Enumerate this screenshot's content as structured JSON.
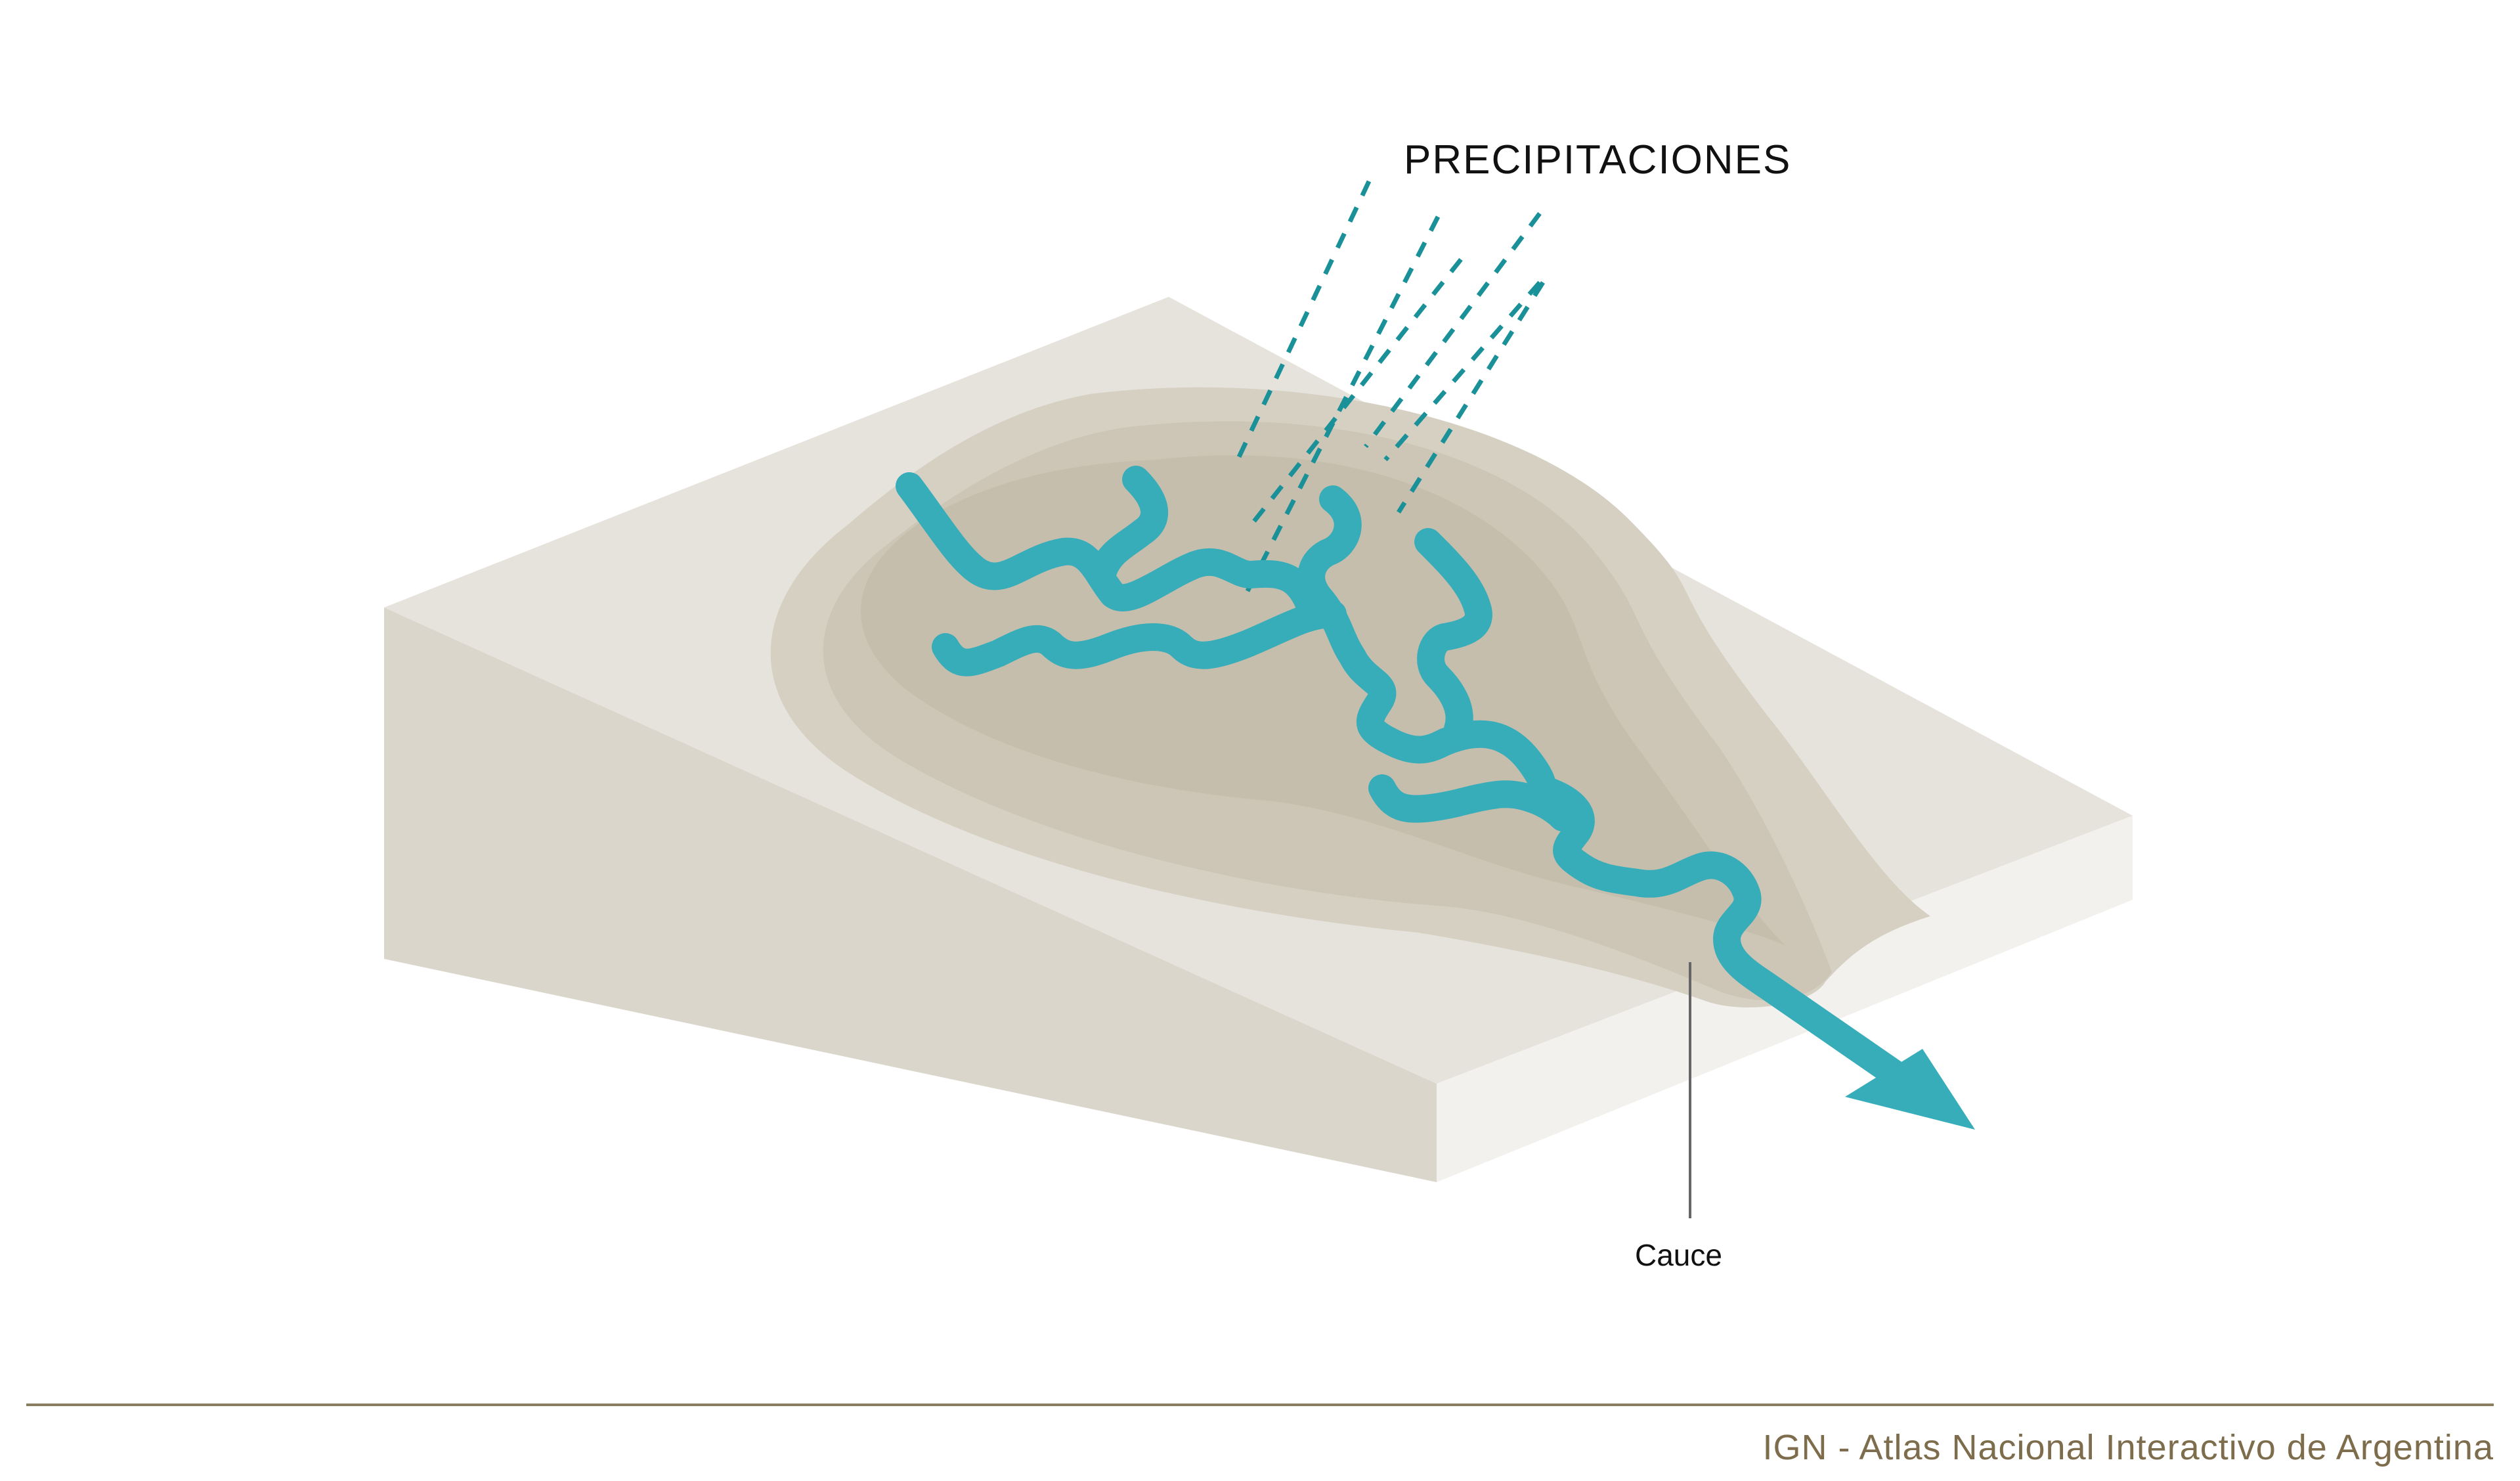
{
  "labels": {
    "rain": "PRECIPITACIONES",
    "channel": "Cauce"
  },
  "footer": {
    "credit": "IGN - Atlas Nacional Interactivo de Argentina"
  },
  "colors": {
    "slab_top": "#e6e3dc",
    "slab_left_side": "#dad6cb",
    "slab_front_side": "#f2f1ed",
    "basin_outer": "#d6d0c3",
    "basin_middle": "#cdc6b6",
    "basin_inner": "#c6bead",
    "river": "#36adb9",
    "rain": "#1a9198",
    "leader_line": "#666666",
    "footer_rule": "#8a7e60",
    "footer_text": "#7d6d4c"
  }
}
